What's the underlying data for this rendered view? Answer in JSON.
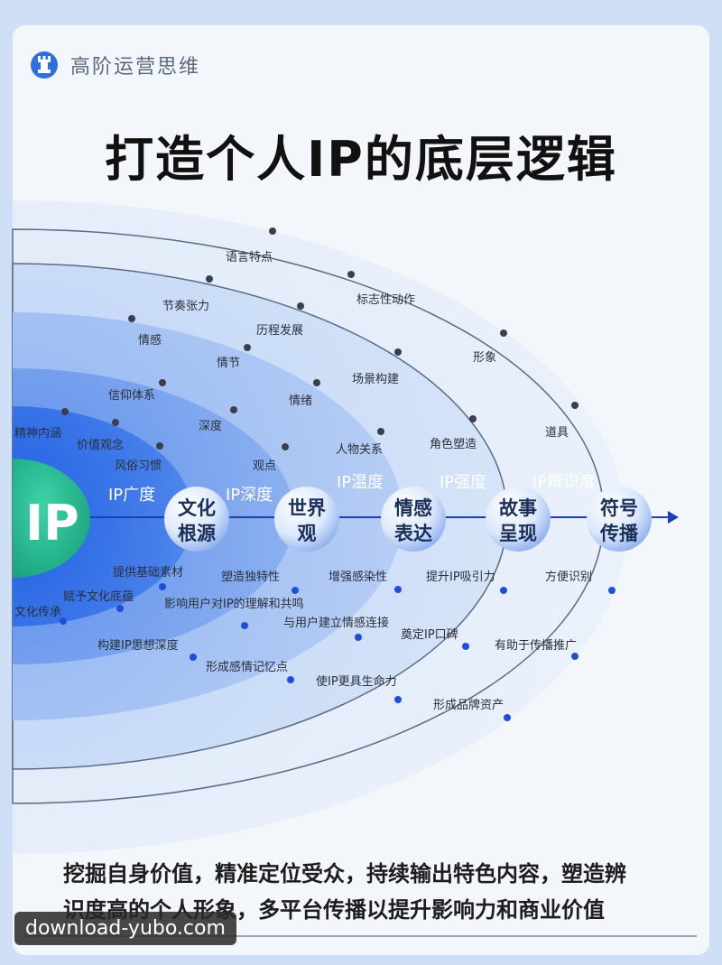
{
  "brand": {
    "name": "高阶运营思维",
    "logo_icon": "chess-rook-icon"
  },
  "title": "打造个人IP的底层逻辑",
  "center": "IP",
  "stages": [
    {
      "line1": "文化",
      "line2": "根源"
    },
    {
      "line1": "世界",
      "line2": "观"
    },
    {
      "line1": "情感",
      "line2": "表达"
    },
    {
      "line1": "故事",
      "line2": "呈现"
    },
    {
      "line1": "符号",
      "line2": "传播"
    }
  ],
  "dimensions": [
    "IP广度",
    "IP深度",
    "IP温度",
    "IP强度",
    "IP辨识度"
  ],
  "top_labels": {
    "ring1": [
      "精神内涵",
      "价值观念",
      "风俗习惯"
    ],
    "ring2": [
      "信仰体系",
      "深度",
      "观点"
    ],
    "ring3": [
      "情感",
      "情节",
      "情绪",
      "人物关系"
    ],
    "ring4": [
      "节奏张力",
      "历程发展",
      "场景构建",
      "角色塑造"
    ],
    "ring5": [
      "语言特点",
      "标志性动作",
      "形象",
      "道具"
    ]
  },
  "bottom_labels": {
    "ring1": [
      "文化传承"
    ],
    "ring2": [
      "提供基础素材",
      "赋予文化底蕴",
      "影响用户对IP的理解和共鸣",
      "构建IP思想深度"
    ],
    "ring3": [
      "塑造独特性",
      "与用户建立情感连接",
      "形成感情记忆点"
    ],
    "ring4": [
      "增强感染性",
      "使IP更具生命力",
      "提升IP吸引力",
      "奠定IP口碑"
    ],
    "ring5": [
      "方便识别",
      "有助于传播推广",
      "形成品牌资产"
    ]
  },
  "footer": {
    "line1": "挖掘自身价值，精准定位受众，持续输出特色内容，塑造辨",
    "line2": "识度高的个人形象，多平台传播以提升影响力和商业价值"
  },
  "watermark": "download-yubo.com",
  "colors": {
    "background": "#cfe0f6",
    "card": "#f3f6fb",
    "accent": "#2f6fe0",
    "ring_inner": "#1f66e6",
    "center_ip": "#1fb88f",
    "dot_dark": "#3a3f4a",
    "dot_blue": "#1e4fd8"
  }
}
